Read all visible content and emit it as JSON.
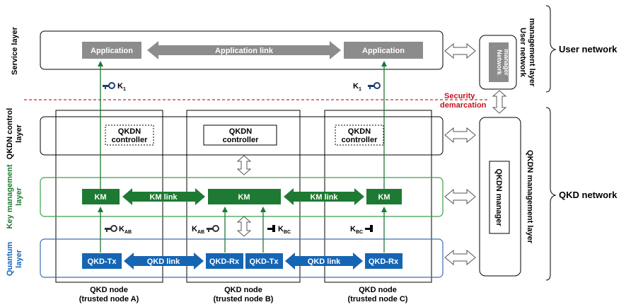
{
  "layers": {
    "service": "Service layer",
    "qkdn_control_line1": "QKDN control",
    "qkdn_control_line2": "layer",
    "key_management_line1": "Key management",
    "key_management_line2": "layer",
    "quantum_line1": "Quantum",
    "quantum_line2": "layer"
  },
  "service": {
    "app_left": "Application",
    "app_right": "Application",
    "app_link": "Application link"
  },
  "keys": {
    "k1_left_main": "K",
    "k1_left_sub": "1",
    "k1_right_main": "K",
    "k1_right_sub": "1",
    "kab_left_main": "K",
    "kab_left_sub": "AB",
    "kab_mid_main": "K",
    "kab_mid_sub": "AB",
    "kbc_mid_main": "K",
    "kbc_mid_sub": "BC",
    "kbc_right_main": "K",
    "kbc_right_sub": "BC"
  },
  "security_demarcation": {
    "line1": "Security",
    "line2": "demarcation"
  },
  "controllers": {
    "a_line1": "QKDN",
    "a_line2": "controller",
    "b_line1": "QKDN",
    "b_line2": "controller",
    "c_line1": "QKDN",
    "c_line2": "controller"
  },
  "km": {
    "a": "KM",
    "b": "KM",
    "c": "KM",
    "link_left": "KM link",
    "link_right": "KM link"
  },
  "quantum": {
    "a_tx": "QKD-Tx",
    "b_rx": "QKD-Rx",
    "b_tx": "QKD-Tx",
    "c_rx": "QKD-Rx",
    "link_left": "QKD link",
    "link_right": "QKD link"
  },
  "nodes": {
    "a_line1": "QKD node",
    "a_line2": "(trusted node A)",
    "b_line1": "QKD node",
    "b_line2": "(trusted node B)",
    "c_line1": "QKD node",
    "c_line2": "(trusted node C)"
  },
  "management": {
    "network_manager_line1": "Network",
    "network_manager_line2": "manager",
    "user_mgmt_line1": "User network",
    "user_mgmt_line2": "management layer",
    "qkdn_manager": "QKDN manager",
    "qkdn_mgmt_layer": "QKDN management layer"
  },
  "networks": {
    "user": "User network",
    "qkd": "QKD network"
  },
  "colors": {
    "gray": "#8c8c8c",
    "green": "#1e7a32",
    "blue": "#1565b4",
    "green_border": "#3aa04a",
    "blue_border": "#3c6fb0",
    "red_dashed": "#d42020",
    "security_text": "#c0141e"
  }
}
